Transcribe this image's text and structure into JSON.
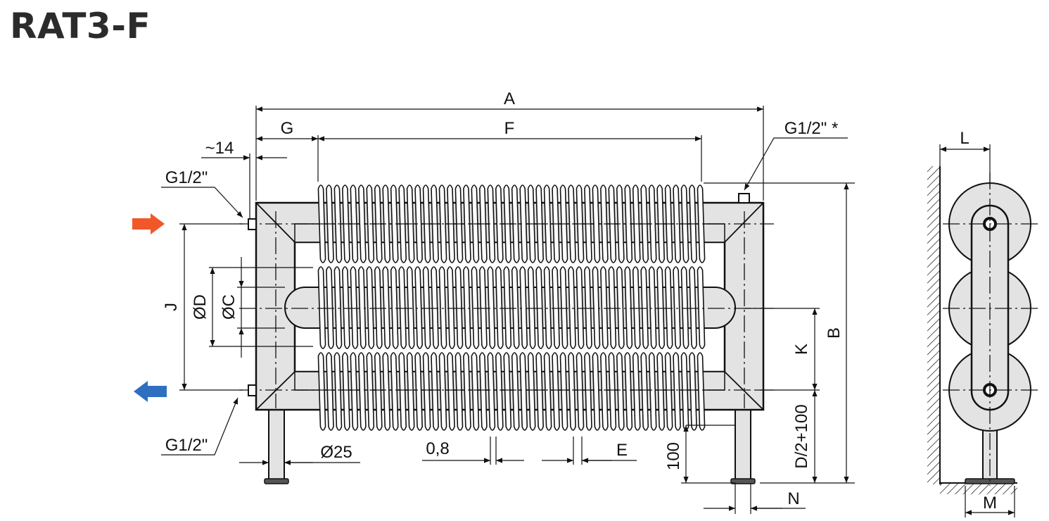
{
  "title": "RAT3-F",
  "front_view": {
    "labels": {
      "A": "A",
      "F": "F",
      "G": "G",
      "offset_14": "~14",
      "connection_top_left": "G1/2\"",
      "connection_bottom_left": "G1/2\"",
      "connection_top_right": "G1/2\" *",
      "J": "J",
      "OD": "ØD",
      "OC": "ØC",
      "K": "K",
      "B": "B",
      "leg_diameter": "Ø25",
      "fin_thickness": "0,8",
      "E": "E",
      "leg_height": "100",
      "D_half_100": "D/2+100",
      "N": "N"
    },
    "colors": {
      "inlet_arrow": "#f0582a",
      "outlet_arrow": "#2f6fc0",
      "body_fill": "#e3e3e3",
      "line": "#111111"
    }
  },
  "side_view": {
    "labels": {
      "L": "L",
      "M": "M"
    }
  }
}
